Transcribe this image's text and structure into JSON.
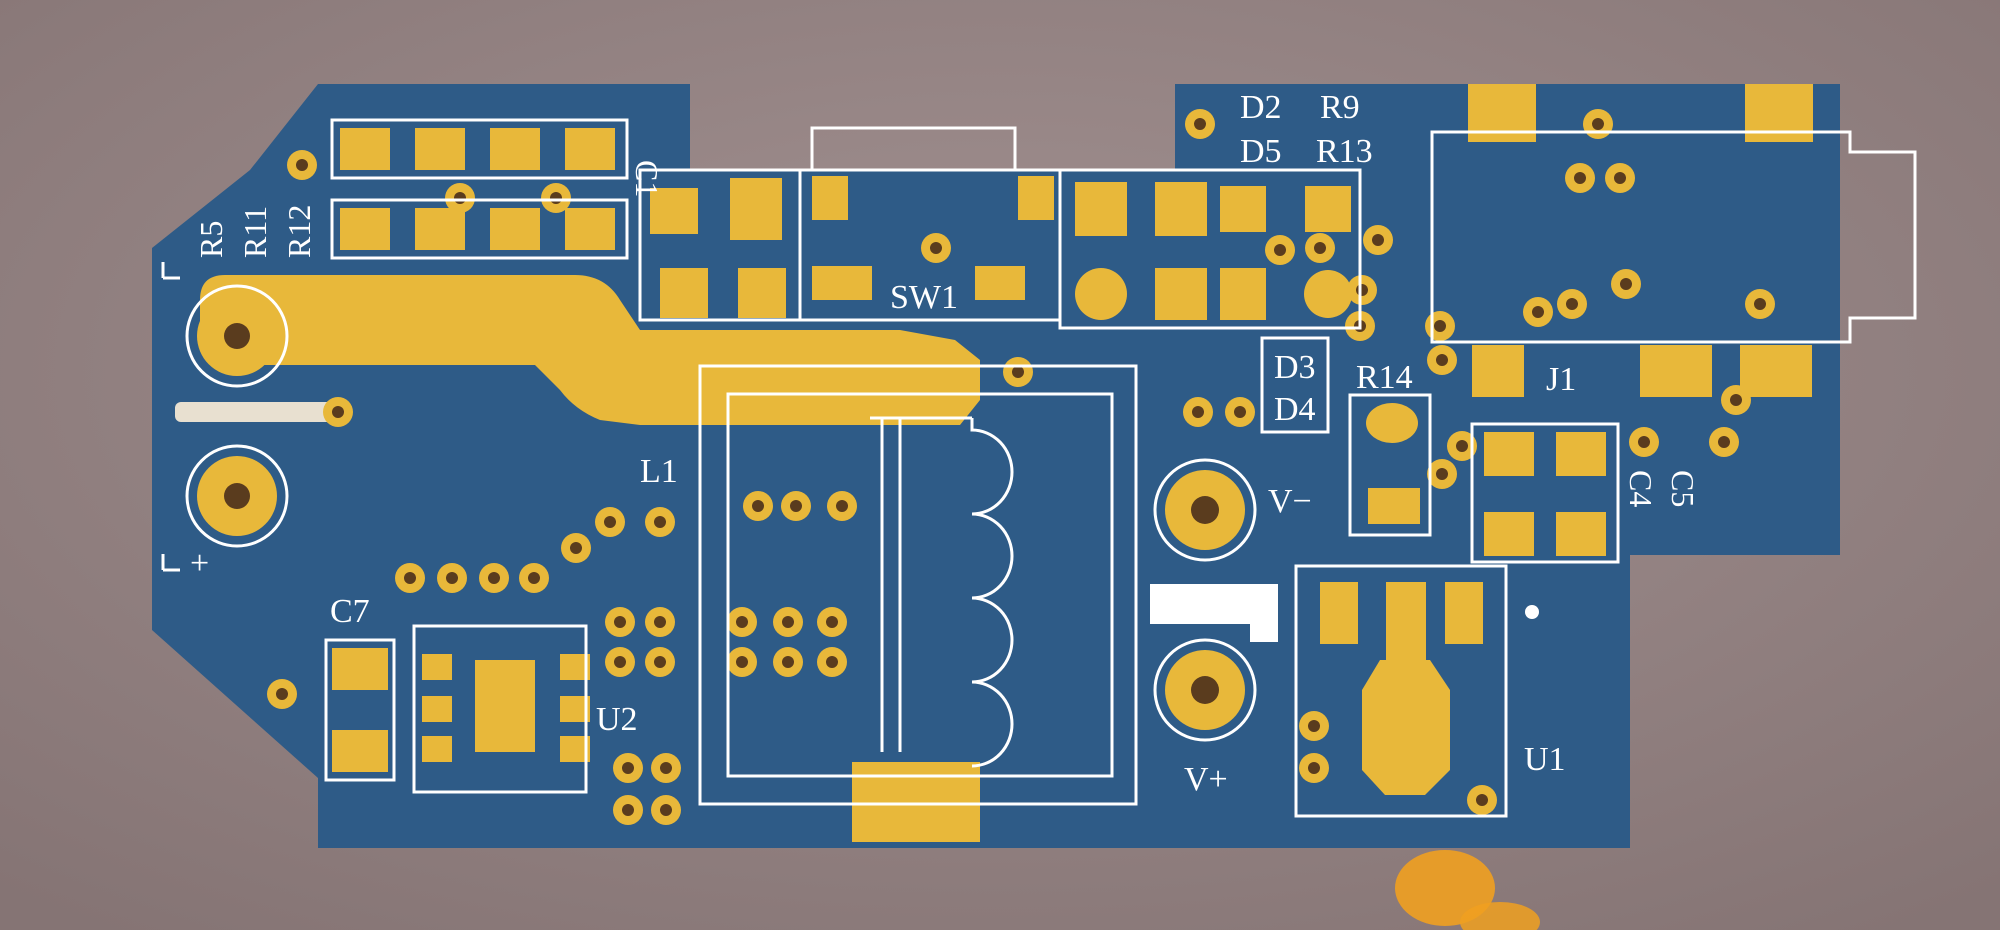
{
  "colors": {
    "background": "#8f7f7f",
    "board": "#2e5b87",
    "copper": "#e8b83a",
    "silkscreen": "#ffffff",
    "via_hole": "#5a3c1e"
  },
  "labels": {
    "c1": "C1",
    "r5": "R5",
    "r11": "R11",
    "r12": "R12",
    "sw1": "SW1",
    "d2": "D2",
    "r9": "R9",
    "d5": "D5",
    "r13": "R13",
    "j1": "J1",
    "d3": "D3",
    "d4": "D4",
    "r14": "R14",
    "l1": "L1",
    "v_minus": "V−",
    "c4": "C4",
    "c5": "C5",
    "c7": "C7",
    "u2": "U2",
    "u1": "U1",
    "v_plus": "V+",
    "batt_plus": "+"
  }
}
